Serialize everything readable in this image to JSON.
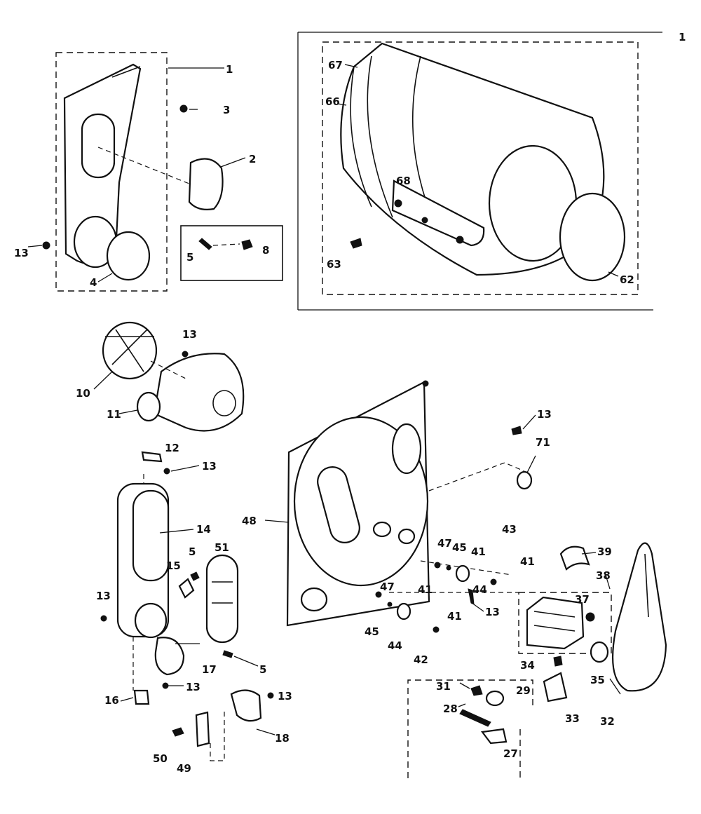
{
  "figure_id": "1",
  "labels": {
    "p1": "1",
    "p2": "2",
    "p3": "3",
    "p4": "4",
    "p5a": "5",
    "p8": "8",
    "p13a": "13",
    "p67": "67",
    "p66": "66",
    "p68": "68",
    "p63": "63",
    "p62": "62",
    "p10": "10",
    "p11": "11",
    "p13b": "13",
    "p12": "12",
    "p13c": "13",
    "p14": "14",
    "p15": "15",
    "p5b": "5",
    "p51": "51",
    "p13d": "13",
    "p17": "17",
    "p5c": "5",
    "p16": "16",
    "p13e": "13",
    "p13f": "13",
    "p18": "18",
    "p50": "50",
    "p49": "49",
    "p48": "48",
    "p13g": "13",
    "p71": "71",
    "p47a": "47",
    "p45a": "45",
    "p41a": "41",
    "p43": "43",
    "p41b": "41",
    "p44a": "44",
    "p47b": "47",
    "p41c": "41",
    "p45b": "45",
    "p44b": "44",
    "p41d": "41",
    "p42": "42",
    "p13h": "13",
    "p39": "39",
    "p38": "38",
    "p37": "37",
    "p34": "34",
    "p35": "35",
    "p33": "33",
    "p32": "32",
    "p31": "31",
    "p29": "29",
    "p28": "28",
    "p27": "27"
  }
}
